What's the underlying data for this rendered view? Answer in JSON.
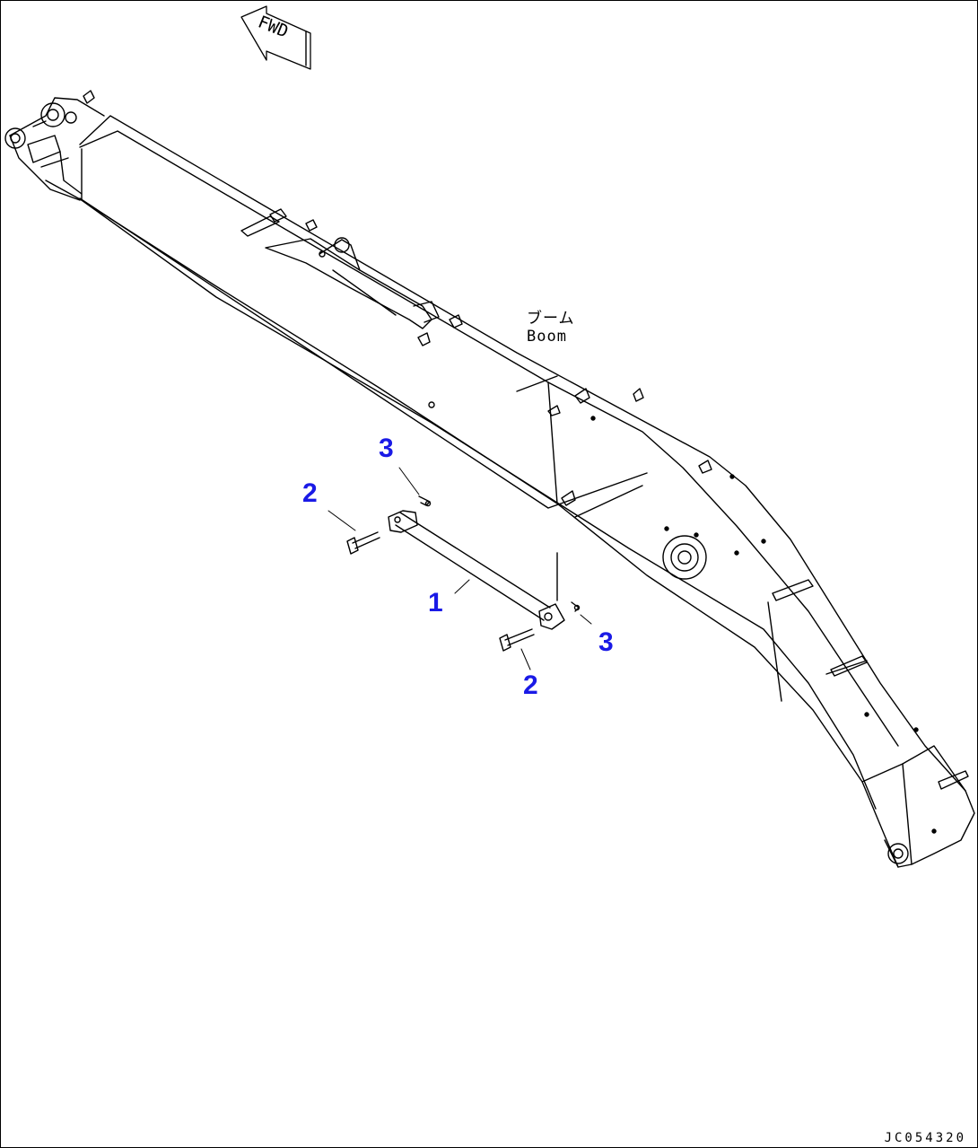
{
  "direction_indicator": {
    "label": "FWD",
    "icon": "fwd-arrow-icon"
  },
  "part": {
    "name_jp": "ブーム",
    "name_en": "Boom"
  },
  "callouts": [
    {
      "id": "c1",
      "label": "1"
    },
    {
      "id": "c2a",
      "label": "2"
    },
    {
      "id": "c2b",
      "label": "2"
    },
    {
      "id": "c3a",
      "label": "3"
    },
    {
      "id": "c3b",
      "label": "3"
    }
  ],
  "drawing_code": "JC054320",
  "colors": {
    "callout": "#1a1ae6",
    "line": "#000000",
    "background": "#ffffff"
  }
}
